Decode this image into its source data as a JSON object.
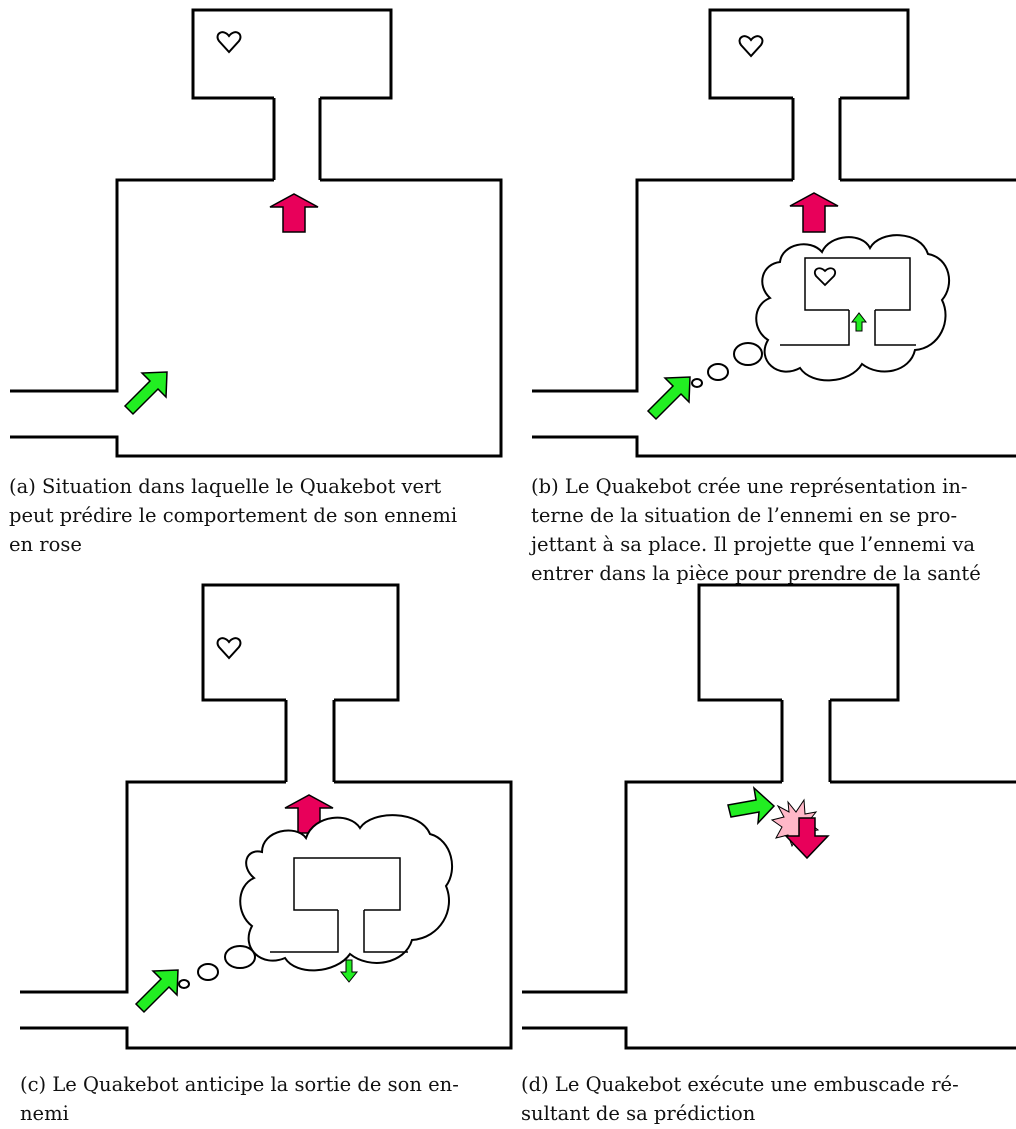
{
  "colors": {
    "wall": "#000000",
    "enemy": "#e8005a",
    "bot": "#22ee22",
    "explosion": "#ffb8c8",
    "background": "#ffffff"
  },
  "icons": [
    "heart-icon",
    "thought-bubble",
    "arrow-icon",
    "explosion-icon"
  ],
  "panels": [
    {
      "id": "a",
      "caption_lines": [
        "(a) Situation dans laquelle le Quakebot vert",
        "peut prédire le comportement de son ennemi",
        "en rose"
      ]
    },
    {
      "id": "b",
      "caption_lines": [
        "(b) Le Quakebot crée une représentation in-",
        "terne de la situation de l’ennemi en se pro-",
        "jettant à sa place. Il projette que l’ennemi va",
        "entrer dans la pièce pour prendre de la santé"
      ]
    },
    {
      "id": "c",
      "caption_lines": [
        "(c) Le Quakebot anticipe la sortie de son en-",
        "nemi"
      ]
    },
    {
      "id": "d",
      "caption_lines": [
        "(d) Le Quakebot exécute une embuscade ré-",
        "sultant de sa prédiction"
      ]
    }
  ]
}
